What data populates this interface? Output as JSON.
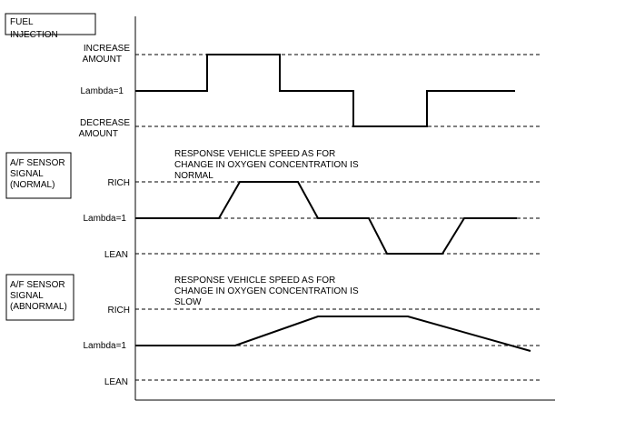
{
  "fuel_box": [
    "FUEL",
    "INJECTION"
  ],
  "fuel_levels": {
    "increase": [
      "INCREASE",
      "AMOUNT"
    ],
    "lambda": "Lambda=1",
    "decrease": [
      "DECREASE",
      "AMOUNT"
    ]
  },
  "normal_box": [
    "A/F SENSOR",
    "SIGNAL",
    "(NORMAL)"
  ],
  "normal_note": [
    "RESPONSE VEHICLE SPEED AS FOR",
    "CHANGE IN OXYGEN CONCENTRATION IS",
    "NORMAL"
  ],
  "normal_levels": {
    "rich": "RICH",
    "lambda": "Lambda=1",
    "lean": "LEAN"
  },
  "abnormal_box": [
    "A/F SENSOR",
    "SIGNAL",
    "(ABNORMAL)"
  ],
  "abnormal_note": [
    "RESPONSE VEHICLE SPEED AS FOR",
    "CHANGE IN OXYGEN CONCENTRATION IS",
    "SLOW"
  ],
  "abnormal_levels": {
    "rich": "RICH",
    "lambda": "Lambda=1",
    "lean": "LEAN"
  }
}
